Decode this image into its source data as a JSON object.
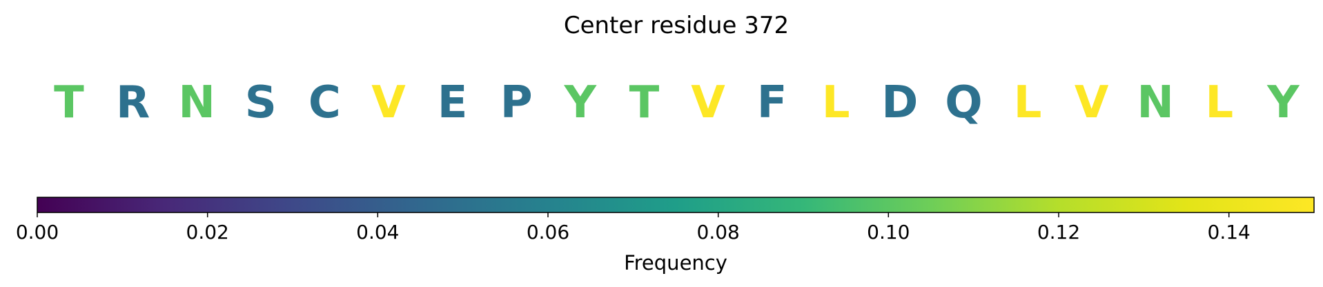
{
  "chart_data": {
    "type": "sequence-logo-heatmap",
    "title": "Center residue 372",
    "residues": [
      {
        "letter": "T",
        "frequency": 0.1
      },
      {
        "letter": "R",
        "frequency": 0.05
      },
      {
        "letter": "N",
        "frequency": 0.1
      },
      {
        "letter": "S",
        "frequency": 0.05
      },
      {
        "letter": "C",
        "frequency": 0.05
      },
      {
        "letter": "V",
        "frequency": 0.15
      },
      {
        "letter": "E",
        "frequency": 0.05
      },
      {
        "letter": "P",
        "frequency": 0.05
      },
      {
        "letter": "Y",
        "frequency": 0.1
      },
      {
        "letter": "T",
        "frequency": 0.1
      },
      {
        "letter": "V",
        "frequency": 0.15
      },
      {
        "letter": "F",
        "frequency": 0.05
      },
      {
        "letter": "L",
        "frequency": 0.15
      },
      {
        "letter": "D",
        "frequency": 0.05
      },
      {
        "letter": "Q",
        "frequency": 0.05
      },
      {
        "letter": "L",
        "frequency": 0.15
      },
      {
        "letter": "V",
        "frequency": 0.15
      },
      {
        "letter": "N",
        "frequency": 0.1
      },
      {
        "letter": "L",
        "frequency": 0.15
      },
      {
        "letter": "Y",
        "frequency": 0.1
      }
    ],
    "colorbar": {
      "colormap": "viridis",
      "range": [
        0,
        0.15
      ],
      "ticks": [
        0.0,
        0.02,
        0.04,
        0.06,
        0.08,
        0.1,
        0.12,
        0.14
      ],
      "tick_labels": [
        "0.00",
        "0.02",
        "0.04",
        "0.06",
        "0.08",
        "0.10",
        "0.12",
        "0.14"
      ],
      "label": "Frequency"
    },
    "colors": {
      "background": "#ffffff",
      "text": "#000000"
    }
  }
}
